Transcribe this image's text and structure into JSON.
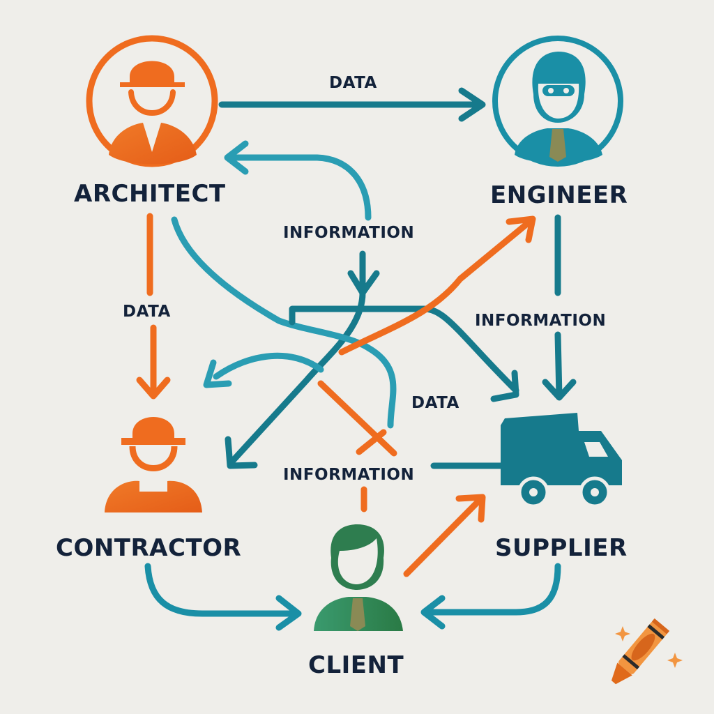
{
  "colors": {
    "background": "#efeeea",
    "orange": "#ef6c1f",
    "teal": "#1a8fa6",
    "dark_teal": "#167a8c",
    "green": "#2e7d4f",
    "tie": "#8a8a55",
    "text": "#13223a"
  },
  "nodes": [
    {
      "id": "architect",
      "label": "ARCHITECT",
      "icon": "hard-hat-person-circle-icon",
      "color": "orange"
    },
    {
      "id": "engineer",
      "label": "ENGINEER",
      "icon": "glasses-person-circle-icon",
      "color": "teal"
    },
    {
      "id": "contractor",
      "label": "CONTRACTOR",
      "icon": "hard-hat-worker-icon",
      "color": "orange"
    },
    {
      "id": "supplier",
      "label": "SUPPLIER",
      "icon": "delivery-truck-icon",
      "color": "dark_teal"
    },
    {
      "id": "client",
      "label": "CLIENT",
      "icon": "businessman-icon",
      "color": "green"
    }
  ],
  "flow_labels": [
    {
      "id": "architect-engineer",
      "text": "DATA"
    },
    {
      "id": "center-top",
      "text": "INFORMATION"
    },
    {
      "id": "architect-contractor",
      "text": "DATA"
    },
    {
      "id": "engineer-supplier",
      "text": "INFORMATION"
    },
    {
      "id": "center-right",
      "text": "DATA"
    },
    {
      "id": "center-bottom",
      "text": "INFORMATION"
    }
  ],
  "watermark": {
    "icon": "crayon-sparkle-icon"
  }
}
